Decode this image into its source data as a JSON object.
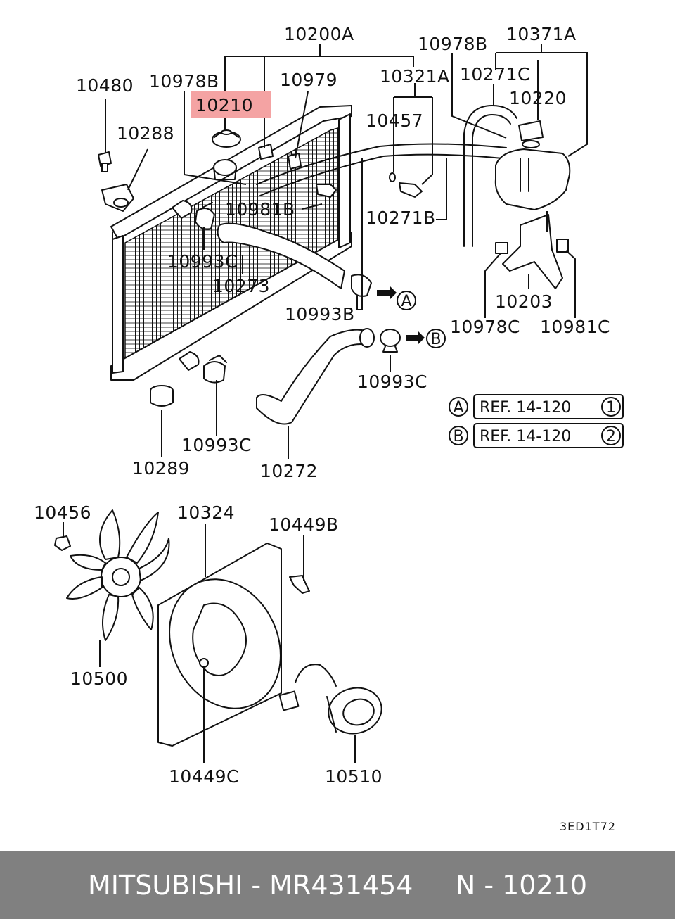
{
  "labels": {
    "l10200A": "10200A",
    "l10978B_a": "10978B",
    "l10371A": "10371A",
    "l10480": "10480",
    "l10978B_b": "10978B",
    "l10979": "10979",
    "l10321A": "10321A",
    "l10271C": "10271C",
    "l10210": "10210",
    "l10220": "10220",
    "l10288": "10288",
    "l10457": "10457",
    "l10981B": "10981B",
    "l10271B": "10271B",
    "l10993C_a": "10993C",
    "l10273": "10273",
    "l10993B": "10993B",
    "l10203": "10203",
    "l10978C": "10978C",
    "l10981C": "10981C",
    "l10993C_b": "10993C",
    "l10993C_c": "10993C",
    "l10289": "10289",
    "l10272": "10272",
    "l10456": "10456",
    "l10324": "10324",
    "l10449B": "10449B",
    "l10500": "10500",
    "l10449C": "10449C",
    "l10510": "10510"
  },
  "callouts": {
    "a": "A",
    "b": "B"
  },
  "references": [
    {
      "marker": "A",
      "text": "REF. 14-120",
      "num": "1"
    },
    {
      "marker": "B",
      "text": "REF. 14-120",
      "num": "2"
    }
  ],
  "highlight": {
    "color": "#f4a3a3",
    "target": "10210"
  },
  "diagram_code": "3ED1T72",
  "footer": "MITSUBISHI - MR431454     N - 10210"
}
